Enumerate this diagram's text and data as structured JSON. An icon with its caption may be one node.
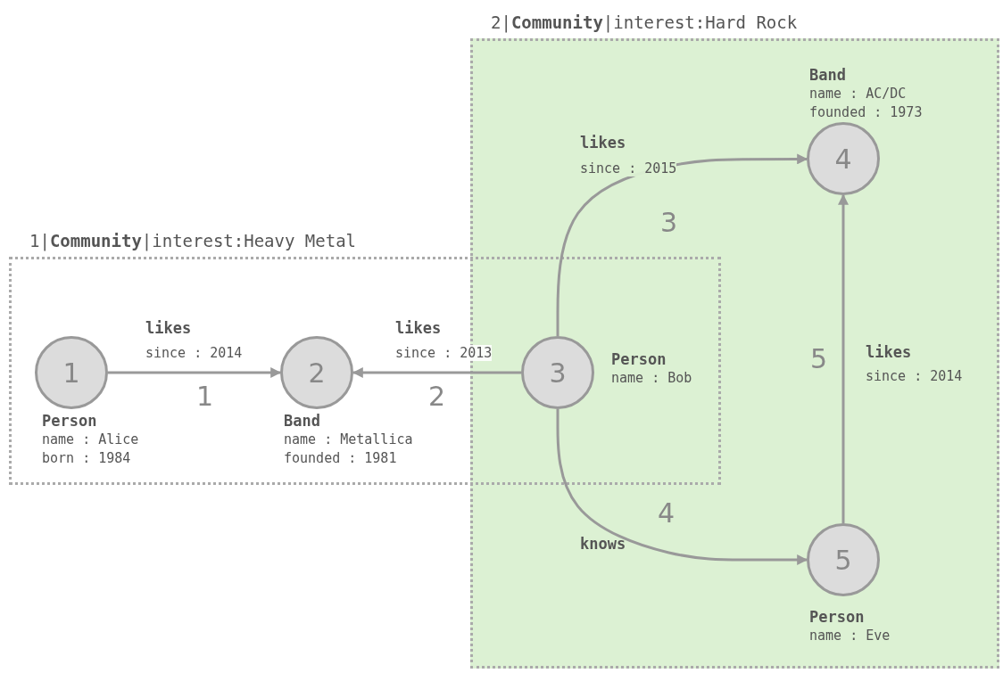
{
  "diagram": {
    "nodes": [
      {
        "text": [
          "1|**Community**|interest:Heavy Metal"
        ]
      },
      {
        "text": [
          "2|**Community**|interest:Hard Rock"
        ]
      },
      {
        "text": [
          "1"
        ],
        "in": 0,
        "beside": [
          "Person",
          "name : Alice",
          "born : 1984"
        ]
      },
      {
        "text": [
          "2"
        ],
        "in": 0,
        "beside": [
          "Band",
          "name : Metallica",
          "founded : 1981"
        ]
      },
      {
        "text": [
          "3"
        ],
        "beside": [
          "Person",
          "name : Bob"
        ]
      },
      {
        "text": [
          "4"
        ],
        "in": 1,
        "beside": [
          "Band",
          "name : AC/DC",
          "founded : 1973"
        ]
      },
      {
        "text": [
          "5"
        ],
        "in": 1,
        "beside": [
          "Person",
          "name : Eve"
        ]
      }
    ],
    "edges": [
      {
        "from": 2,
        "to": 3,
        "arrow": "to",
        "label": "likes"
      },
      {
        "from": 4,
        "to": 3,
        "arrow": "to",
        "label": "likes"
      },
      {
        "from": 4,
        "to": 5,
        "arrow": "to",
        "label": "likes"
      },
      {
        "from": 4,
        "to": 6,
        "arrow": "to",
        "label": "knows"
      },
      {
        "from": 6,
        "to": 5,
        "arrow": "to",
        "label": "likes"
      }
    ],
    "labels": [
      "since : 2014",
      "1",
      "since : 2013",
      "2",
      "since : 2015",
      "3",
      "4",
      "since : 2014",
      "5"
    ]
  }
}
